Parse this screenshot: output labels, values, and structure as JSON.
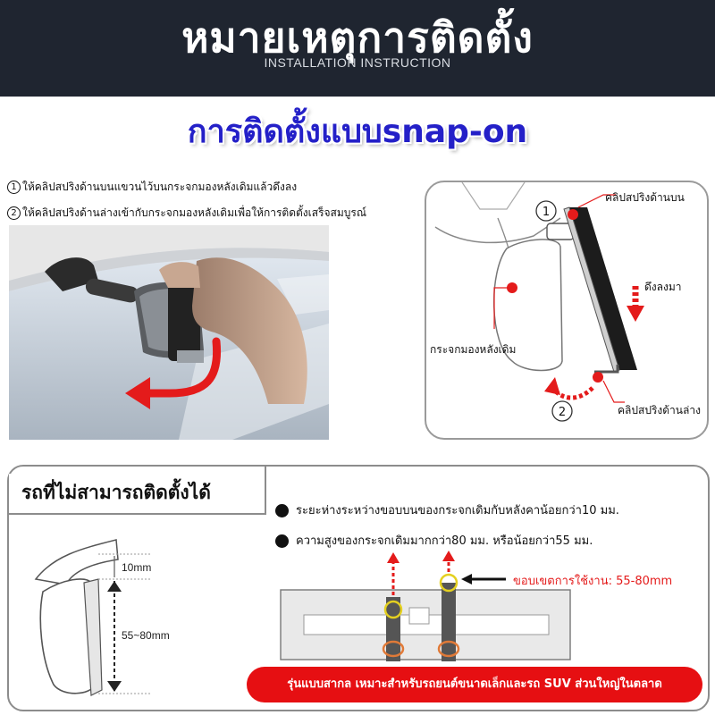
{
  "header": {
    "title": "หมายเหตุการติดตั้ง",
    "subtitle": "INSTALLATION INSTRUCTION"
  },
  "section": {
    "title": "การติดตั้งแบบsnap-on"
  },
  "steps": [
    {
      "number": "1",
      "text": "ให้คลิปสปริงด้านบนแขวนไว้บนกระจกมองหลังเดิมแล้วดึงลง"
    },
    {
      "number": "2",
      "text": "ให้คลิปสปริงด้านล่างเข้ากับกระจกมองหลังเดิมเพื่อให้การติดตั้งเสร็จสมบูรณ์"
    }
  ],
  "diagram": {
    "markers": [
      "1",
      "2"
    ],
    "labels": {
      "top_clip": "คลิปสปริงด้านบน",
      "pull_down": "ดึงลงมา",
      "original_mirror": "กระจกมองหลังเดิม",
      "bottom_clip": "คลิปสปริงด้านล่าง"
    }
  },
  "incompatible": {
    "title": "รถที่ไม่สามารถติดตั้งได้",
    "bullets": [
      "ระยะห่างระหว่างขอบบนของกระจกเดิมกับหลังคาน้อยกว่า10 มม.",
      "ความสูงของกระจกเดิมมากกว่า80 มม. หรือน้อยกว่า55 มม."
    ],
    "gap_label": "10mm",
    "height_label": "55~80mm",
    "range_label": "ขอบเขตการใช้งาน: 55-80mm",
    "banner": "รุ่นแบบสากล เหมาะสำหรับรถยนต์ขนาดเล็กและรถ SUV ส่วนใหญ่ในตลาด"
  },
  "colors": {
    "header_bg": "#1f2530",
    "section_title": "#2420c8",
    "accent_red": "#e41b1b",
    "banner_red": "#e60f12"
  }
}
